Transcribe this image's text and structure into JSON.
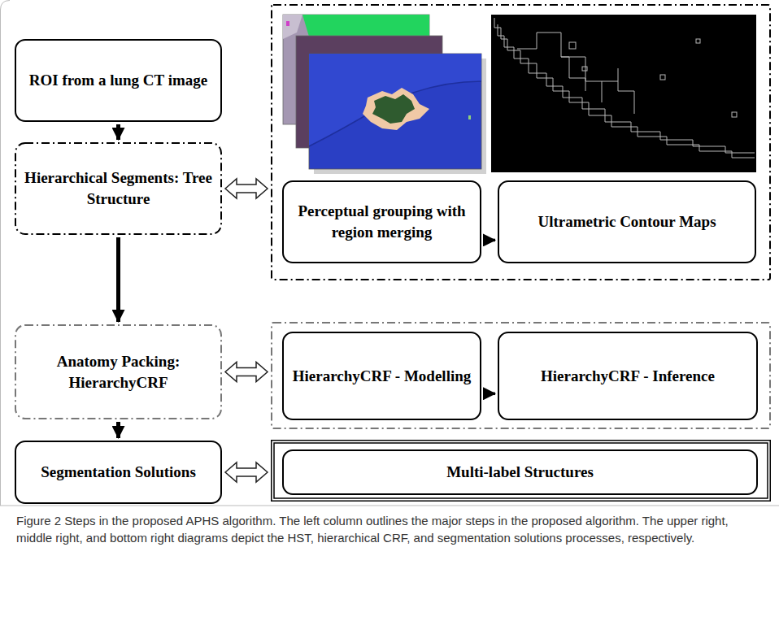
{
  "diagram": {
    "caption": "Figure 2 Steps in the proposed APHS algorithm. The left column outlines the major steps in the proposed algorithm. The upper right, middle right, and bottom right diagrams depict the HST, hierarchical CRF, and segmentation solutions processes, respectively.",
    "nodes": [
      {
        "text": [
          "ROI from a lung CT image"
        ]
      },
      {
        "text": [
          "Hierarchical Segments: Tree Structure"
        ]
      },
      {
        "text": []
      },
      {
        "text": [
          "Perceptual grouping with region merging"
        ],
        "in": 2
      },
      {
        "text": [
          "Ultrametric Contour Maps"
        ],
        "in": 2
      },
      {
        "text": [
          "Anatomy Packing: HierarchyCRF"
        ]
      },
      {
        "text": []
      },
      {
        "text": [
          "HierarchyCRF - Modelling"
        ],
        "in": 6
      },
      {
        "text": [
          "HierarchyCRF - Inference"
        ],
        "in": 6
      },
      {
        "text": [
          "Segmentation Solutions"
        ]
      },
      {
        "text": []
      },
      {
        "text": [
          "Multi-label Structures"
        ],
        "in": 10
      }
    ],
    "edges": [
      {
        "from": 0,
        "to": 1,
        "arrow": "to"
      },
      {
        "from": 1,
        "to": 5,
        "arrow": "to"
      },
      {
        "from": 5,
        "to": 9,
        "arrow": "to"
      },
      {
        "from": 1,
        "to": 2,
        "arrow": "both"
      },
      {
        "from": 5,
        "to": 6,
        "arrow": "both"
      },
      {
        "from": 9,
        "to": 10,
        "arrow": "both"
      },
      {
        "from": 3,
        "to": 4,
        "arrow": "to"
      },
      {
        "from": 7,
        "to": 8,
        "arrow": "to"
      }
    ]
  }
}
